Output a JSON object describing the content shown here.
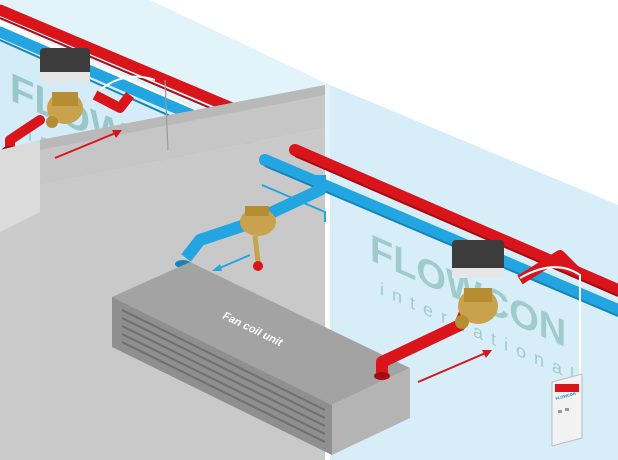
{
  "labels": {
    "fan_coil_unit": "Fan coil unit"
  },
  "watermarks": [
    {
      "brand": "FLOWCON",
      "sub": "international"
    },
    {
      "brand": "FLOWCON",
      "sub": "international"
    }
  ],
  "controller": {
    "brand": "FLOWCON"
  },
  "colors": {
    "background": "#ffffff",
    "wall_light": "#d7eef8",
    "wall_mid": "#c4e3f1",
    "ceiling": "#ffffff",
    "partition_front": "#c9c9c9",
    "partition_side": "#dbdbdb",
    "partition_top": "#b9b9b9",
    "supply_pipe": "#d9141b",
    "return_pipe": "#22a5e0",
    "fcu_top": "#9d9d9d",
    "fcu_front": "#8c8c8c",
    "fcu_side": "#b1b1b1",
    "flow_arrow": "#d9141b",
    "actuator": "#3c3c3c",
    "valve_brass": "#c8a24c",
    "watermark": "#6aa9a0"
  },
  "icons": [
    "flow-arrow-icon",
    "actuator-icon",
    "valve-icon",
    "room-controller-icon"
  ]
}
